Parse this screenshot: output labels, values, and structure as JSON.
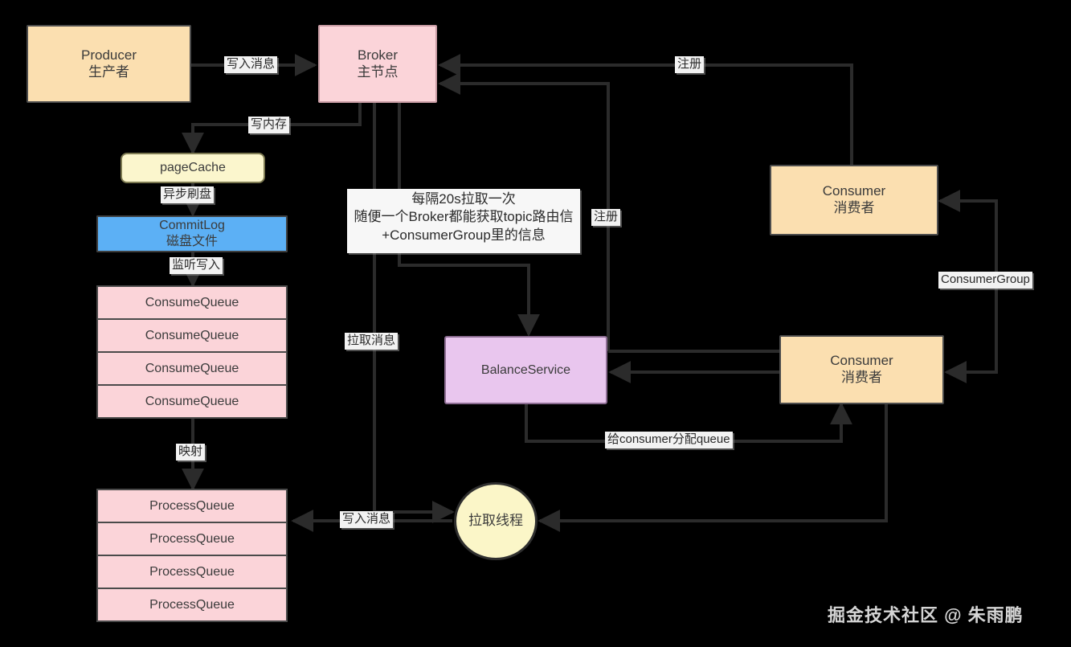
{
  "diagram": {
    "title": "RocketMQ message flow diagram",
    "background": "#000000"
  },
  "nodes": {
    "producer": {
      "line1": "Producer",
      "line2": "生产者",
      "color": "#fbdfb0"
    },
    "broker": {
      "line1": "Broker",
      "line2": "主节点",
      "color": "#fbd4d9"
    },
    "pagecache": {
      "line1": "pageCache",
      "line2": "",
      "color": "#fbf6cd"
    },
    "commitlog": {
      "line1": "CommitLog",
      "line2": "磁盘文件",
      "color": "#5cb0f5"
    },
    "balance": {
      "line1": "BalanceService",
      "line2": "",
      "color": "#e9c6ee"
    },
    "consumer_top": {
      "line1": "Consumer",
      "line2": "消费者",
      "color": "#fbdfb0"
    },
    "consumer_bottom": {
      "line1": "Consumer",
      "line2": "消费者",
      "color": "#fbdfb0"
    },
    "pull_thread": {
      "line1": "拉取线程",
      "line2": "",
      "color": "#fbf6c8"
    }
  },
  "stacks": {
    "consume_queue": {
      "color": "#fbd4d9",
      "rows": [
        "ConsumeQueue",
        "ConsumeQueue",
        "ConsumeQueue",
        "ConsumeQueue"
      ]
    },
    "process_queue": {
      "color": "#fbd4d9",
      "rows": [
        "ProcessQueue",
        "ProcessQueue",
        "ProcessQueue",
        "ProcessQueue"
      ]
    }
  },
  "edge_labels": {
    "write_message_top": "写入消息",
    "write_memory": "写内存",
    "async_flush": "异步刷盘",
    "listen_write": "监听写入",
    "mapping": "映射",
    "register_top": "注册",
    "register_mid": "注册",
    "pull_message": "拉取消息",
    "consumer_group": "ConsumerGroup",
    "assign_queue": "给consumer分配queue",
    "write_message_bottom": "写入消息"
  },
  "text_box": {
    "line1": "每隔20s拉取一次",
    "line2": "随便一个Broker都能获取topic路由信",
    "line3": "+ConsumerGroup里的信息"
  },
  "watermark": {
    "text": "掘金技术社区 @ 朱雨鹏"
  }
}
